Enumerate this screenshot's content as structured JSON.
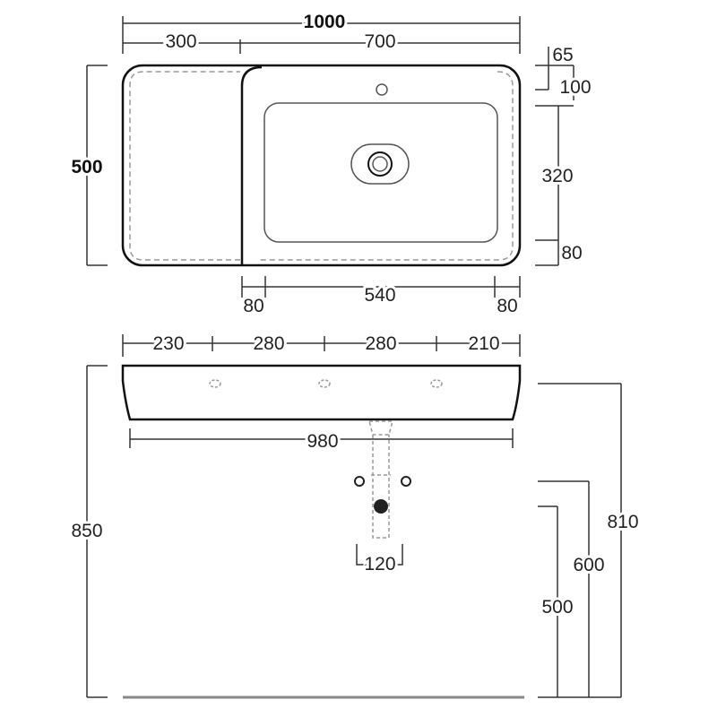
{
  "top_view": {
    "overall_width": "1000",
    "left_shelf_width": "300",
    "basin_section_width": "700",
    "depth": "500",
    "tap_hole_offset": "65",
    "rear_rim": "100",
    "bowl_depth": "320",
    "front_rim": "80",
    "bowl_left_rim": "80",
    "bowl_width": "540",
    "bowl_right_rim": "80"
  },
  "front_view": {
    "hole_spacing_1": "230",
    "hole_spacing_2": "280",
    "hole_spacing_3": "280",
    "hole_spacing_4": "210",
    "bottom_width": "980",
    "trap_width": "120",
    "total_height": "850",
    "rim_height": "810",
    "water_supply_height": "600",
    "waste_outlet_height": "500"
  }
}
